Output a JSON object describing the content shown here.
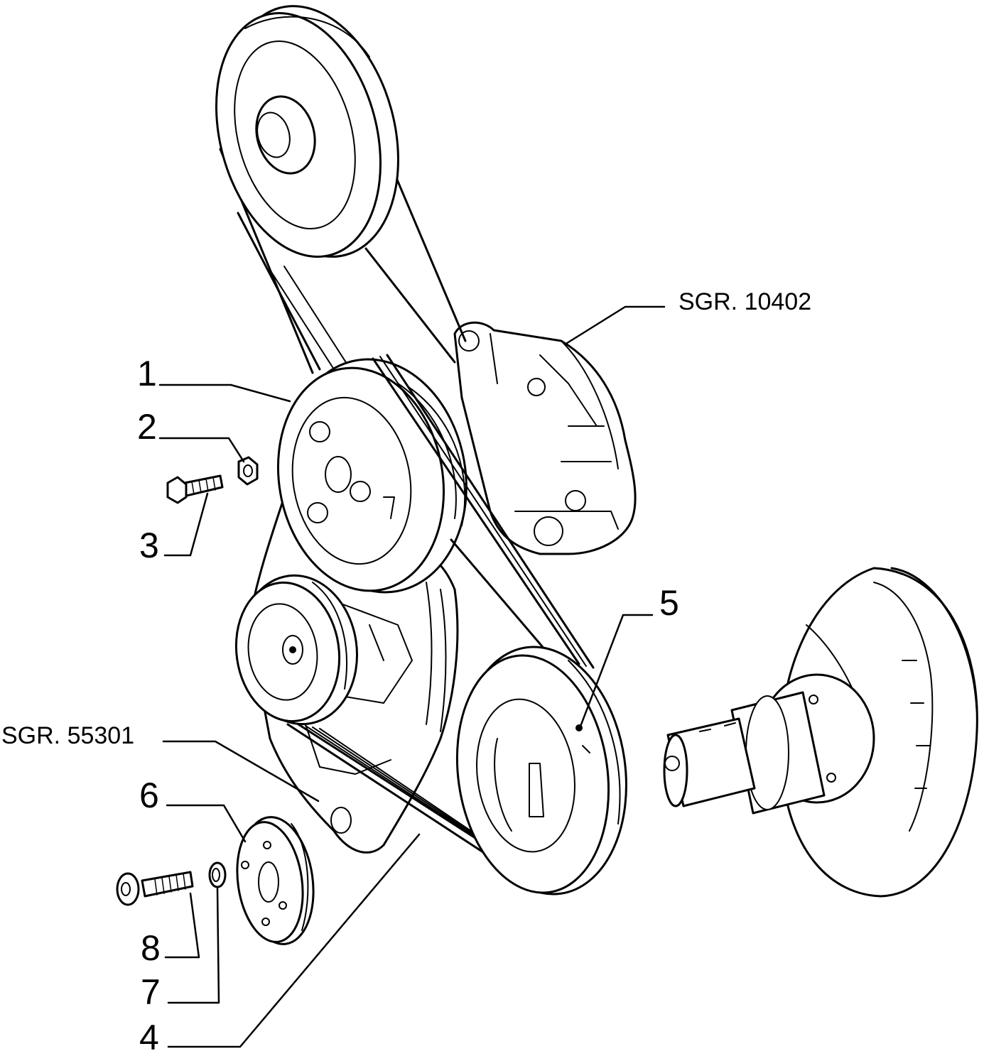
{
  "callouts": [
    {
      "id": "1",
      "label": "1"
    },
    {
      "id": "2",
      "label": "2"
    },
    {
      "id": "3",
      "label": "3"
    },
    {
      "id": "4",
      "label": "4"
    },
    {
      "id": "5",
      "label": "5"
    },
    {
      "id": "6",
      "label": "6"
    },
    {
      "id": "7",
      "label": "7"
    },
    {
      "id": "8",
      "label": "8"
    }
  ],
  "references": [
    {
      "id": "sgr-10402",
      "label": "SGR. 10402"
    },
    {
      "id": "sgr-55301",
      "label": "SGR. 55301"
    }
  ],
  "colors": {
    "line": "#000000",
    "background": "#ffffff"
  }
}
